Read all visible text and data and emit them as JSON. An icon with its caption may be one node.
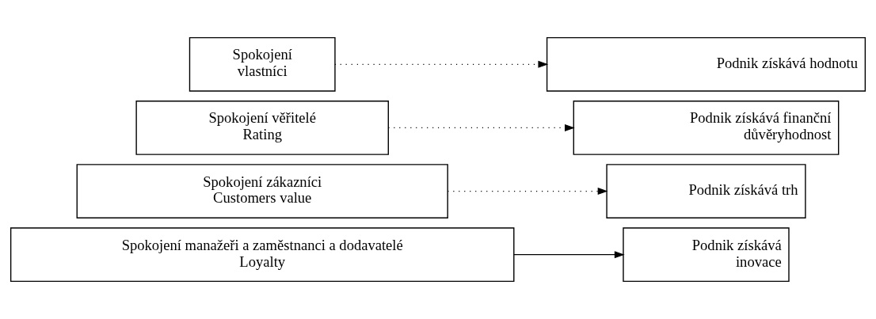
{
  "diagram": {
    "nodes": [
      {
        "text": [
          "Spokojení vlastníci"
        ]
      },
      {
        "text": [
          "Podnik získává hodnotu"
        ]
      },
      {
        "text": [
          "Spokojení věřitelé",
          "Rating"
        ]
      },
      {
        "text": [
          "Podnik získává finanční důvěryhodnost"
        ]
      },
      {
        "text": [
          "Spokojení zákazníci",
          "Customers value"
        ]
      },
      {
        "text": [
          "Podnik získává trh"
        ]
      },
      {
        "text": [
          "Spokojení manažeři a zaměstnanci a dodavatelé",
          "Loyalty"
        ]
      },
      {
        "text": [
          "Podnik získává inovace"
        ]
      }
    ],
    "edges": [
      {
        "from": 0,
        "to": 1,
        "arrow": "to",
        "style": "dashed"
      },
      {
        "from": 2,
        "to": 3,
        "arrow": "to",
        "style": "dashed"
      },
      {
        "from": 4,
        "to": 5,
        "arrow": "to",
        "style": "dashed"
      },
      {
        "from": 6,
        "to": 7,
        "arrow": "to"
      }
    ]
  }
}
